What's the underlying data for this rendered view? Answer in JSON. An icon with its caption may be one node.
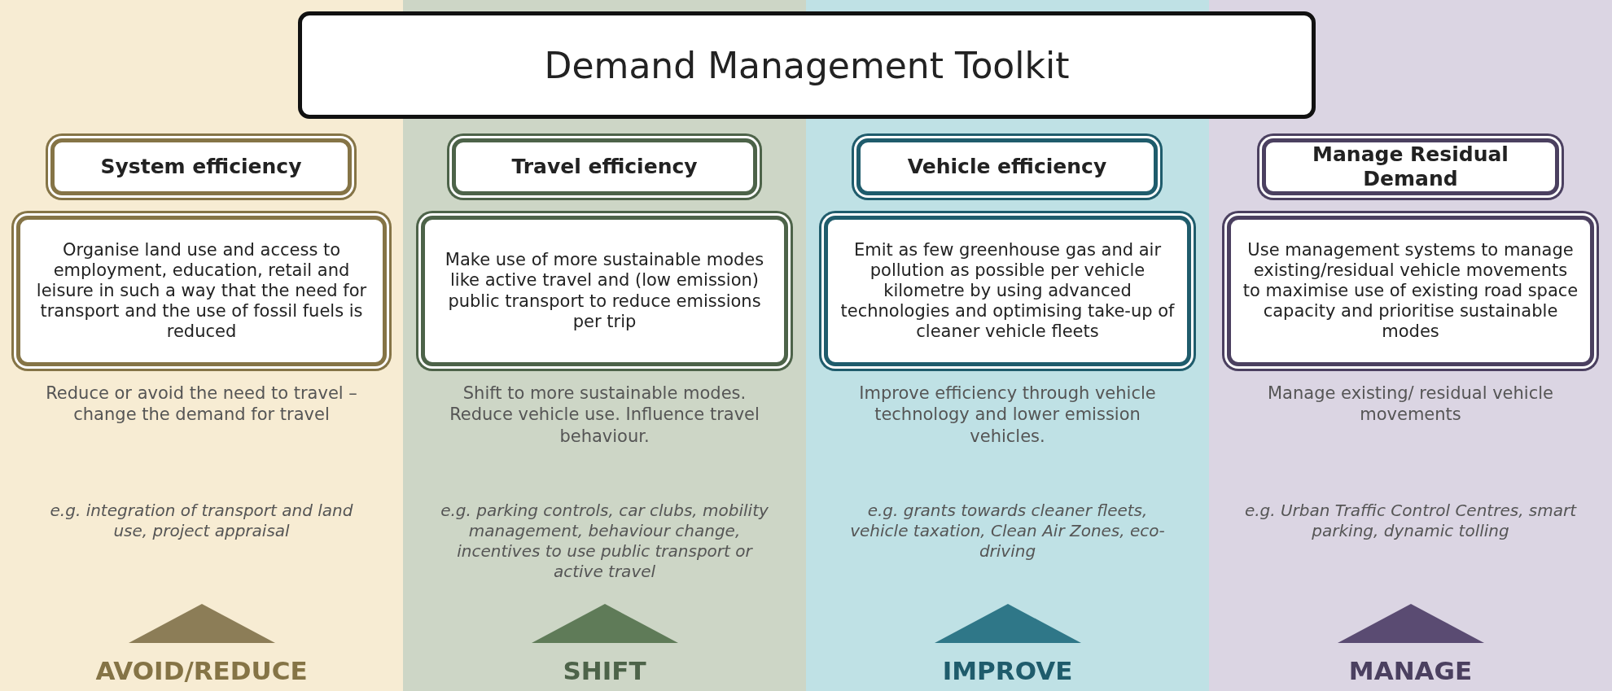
{
  "diagram": {
    "nodes": [
      {
        "text": [
          "Demand Management Toolkit"
        ]
      },
      {
        "text": [
          "Reduce or avoid the need to travel – change the demand for travel",
          "e.g. integration of transport and land use, project appraisal",
          "AVOID/REDUCE"
        ]
      },
      {
        "text": [
          "System efficiency"
        ],
        "in": 1
      },
      {
        "text": [
          "Organise land use and access to employment, education, retail and leisure in such a way that the need for transport and the use of fossil fuels is reduced"
        ],
        "in": 1
      },
      {
        "text": [
          "Shift to more sustainable modes. Reduce vehicle use. Influence travel behaviour.",
          "e.g. parking controls, car clubs, mobility management, behaviour change, incentives to use public transport or active travel",
          "SHIFT"
        ]
      },
      {
        "text": [
          "Travel efficiency"
        ],
        "in": 4
      },
      {
        "text": [
          "Make use of more sustainable modes like active travel and (low emission) public transport to reduce emissions per trip"
        ],
        "in": 4
      },
      {
        "text": [
          "Improve efficiency through vehicle technology and lower emission vehicles.",
          "e.g. grants towards cleaner fleets, vehicle taxation, Clean Air Zones, eco-driving",
          "IMPROVE"
        ]
      },
      {
        "text": [
          "Vehicle efficiency"
        ],
        "in": 7
      },
      {
        "text": [
          "Emit as few greenhouse gas and air pollution as possible per vehicle kilometre by using advanced technologies and optimising take-up of cleaner vehicle fleets"
        ],
        "in": 7
      },
      {
        "text": [
          "Manage existing/ residual vehicle movements",
          "e.g. Urban Traffic Control Centres, smart parking, dynamic tolling",
          "MANAGE"
        ]
      },
      {
        "text": [
          "Manage Residual Demand"
        ],
        "in": 10
      },
      {
        "text": [
          "Use management systems to manage existing/residual vehicle movements to maximise use of existing road space capacity and prioritise sustainable modes"
        ],
        "in": 10
      }
    ],
    "edges": []
  }
}
